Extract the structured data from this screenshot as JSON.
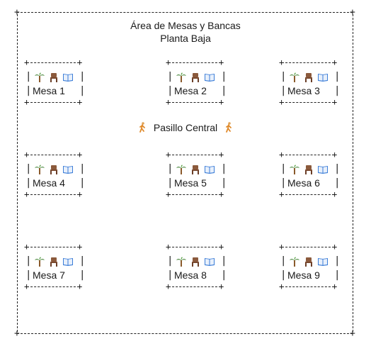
{
  "header": {
    "title": "Área de Mesas y Bancas",
    "subtitle": "Planta Baja"
  },
  "corridor": {
    "label": "Pasillo Central"
  },
  "tables": [
    {
      "label": "Mesa 1"
    },
    {
      "label": "Mesa 2"
    },
    {
      "label": "Mesa 3"
    },
    {
      "label": "Mesa 4"
    },
    {
      "label": "Mesa 5"
    },
    {
      "label": "Mesa 6"
    },
    {
      "label": "Mesa 7"
    },
    {
      "label": "Mesa 8"
    },
    {
      "label": "Mesa 9"
    }
  ],
  "icons": [
    "palm-tree-icon",
    "chair-icon",
    "book-icon"
  ],
  "colors": {
    "palm": "#3a7d2c",
    "trunk": "#8a5a2b",
    "chair": "#8b5a3c",
    "book": "#3b7dd8"
  }
}
